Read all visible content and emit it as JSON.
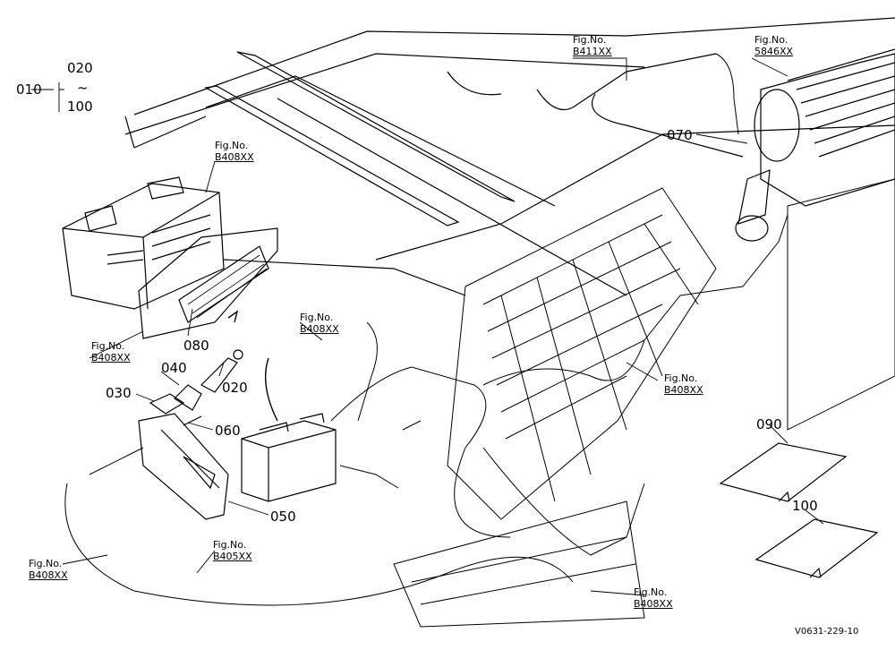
{
  "parts": {
    "p010": "010",
    "p020a": "020",
    "tilde": "~",
    "p100a": "100",
    "p020": "020",
    "p030": "030",
    "p040": "040",
    "p050": "050",
    "p060": "060",
    "p070": "070",
    "p080": "080",
    "p090": "090",
    "p100": "100"
  },
  "figrefs": {
    "fig_label": "Fig.No.",
    "b411": "B411XX",
    "s5846": "5846XX",
    "b408": "B408XX",
    "b405": "B405XX"
  },
  "footer": {
    "code": "V0631-229-10"
  }
}
